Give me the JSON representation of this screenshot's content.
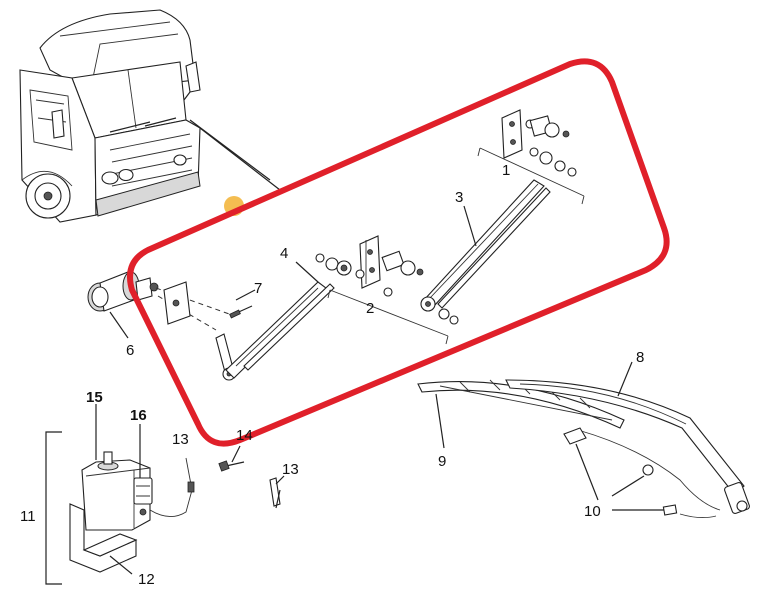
{
  "callouts": {
    "c1": "1",
    "c2": "2",
    "c3": "3",
    "c4": "4",
    "c6": "6",
    "c7": "7",
    "c8": "8",
    "c9": "9",
    "c10": "10",
    "c11": "11",
    "c12": "12",
    "c13a": "13",
    "c13b": "13",
    "c14": "14",
    "c15": "15",
    "c16": "16"
  },
  "colors": {
    "highlight_frame": "#e0202a",
    "hotspot_marker": "#f2b233",
    "line_art": "#222222"
  },
  "icons": {
    "hotspot": "orange-dot-marker"
  }
}
